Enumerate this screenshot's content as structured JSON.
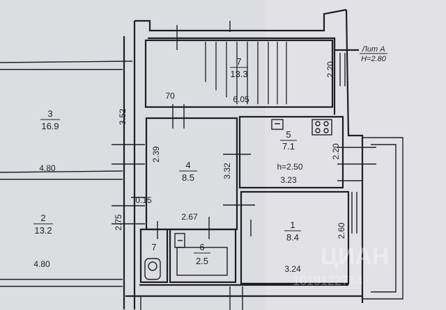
{
  "plan": {
    "liter": "Лит А",
    "height": "H=2.80"
  },
  "rooms": {
    "r7_stair": {
      "num": "7",
      "area": "13.3"
    },
    "r3": {
      "num": "3",
      "area": "16.9"
    },
    "r2": {
      "num": "2",
      "area": "13.2"
    },
    "r4": {
      "num": "4",
      "area": "8.5"
    },
    "r5": {
      "num": "5",
      "area": "7.1",
      "height_note": "h=2.50"
    },
    "r1": {
      "num": "1",
      "area": "8.4"
    },
    "r6": {
      "num": "6",
      "area": "2.5"
    },
    "r7_wc": {
      "num": "7"
    }
  },
  "dimensions": {
    "d_220_top": "2.20",
    "d_70": "70",
    "d_605": "6.05",
    "d_352": "3.52",
    "d_239": "2.39",
    "d_332": "3.32",
    "d_220_mid": "2.20",
    "d_480_top": "4.80",
    "d_323": "3.23",
    "d_015": "0.15",
    "d_267": "2.67",
    "d_275": "2.75",
    "d_260": "2.60",
    "d_480_bottom": "4.80",
    "d_324": "3.24"
  },
  "watermark": {
    "brand": "ЦИАН",
    "code": "1019122764"
  }
}
